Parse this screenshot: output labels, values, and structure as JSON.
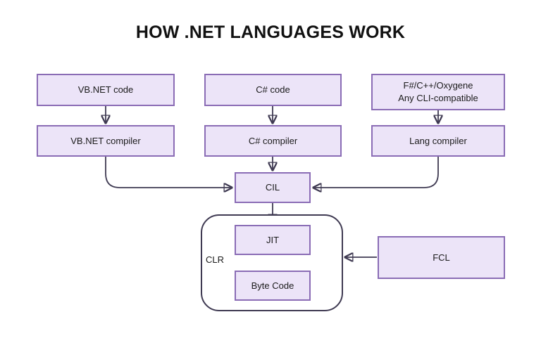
{
  "diagram": {
    "title": "HOW .NET LANGUAGES WORK",
    "colors": {
      "node_fill": "#ece4f8",
      "node_border": "#8a6cb5",
      "connector": "#3f3a52",
      "container_border": "#3f3a52",
      "background": "#ffffff",
      "text": "#1a1a1a"
    },
    "nodes": {
      "vb_code": {
        "label": "VB.NET code"
      },
      "cs_code": {
        "label": "C# code"
      },
      "other_code_line1": {
        "label": "F#/C++/Oxygene"
      },
      "other_code_line2": {
        "label": "Any CLI-compatible"
      },
      "vb_compiler": {
        "label": "VB.NET compiler"
      },
      "cs_compiler": {
        "label": "C# compiler"
      },
      "lang_compiler": {
        "label": "Lang compiler"
      },
      "cil": {
        "label": "CIL"
      },
      "jit": {
        "label": "JIT"
      },
      "byte_code": {
        "label": "Byte Code"
      },
      "fcl": {
        "label": "FCL"
      },
      "clr": {
        "label": "CLR"
      }
    },
    "edges": [
      {
        "from": "VB.NET code",
        "to": "VB.NET compiler"
      },
      {
        "from": "C# code",
        "to": "C# compiler"
      },
      {
        "from": "F#/C++/Oxygene Any CLI-compatible",
        "to": "Lang compiler"
      },
      {
        "from": "VB.NET compiler",
        "to": "CIL"
      },
      {
        "from": "C# compiler",
        "to": "CIL"
      },
      {
        "from": "Lang compiler",
        "to": "CIL"
      },
      {
        "from": "CIL",
        "to": "JIT"
      },
      {
        "from": "JIT",
        "to": "Byte Code"
      },
      {
        "from": "FCL",
        "to": "CLR"
      }
    ]
  }
}
